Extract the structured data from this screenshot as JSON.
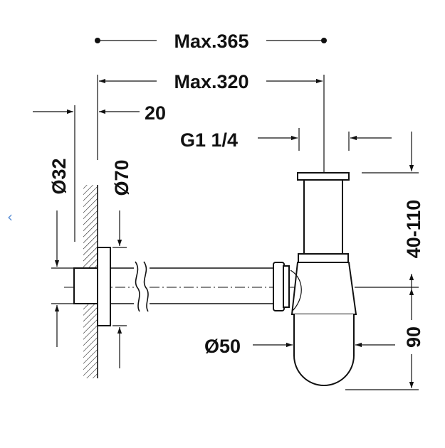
{
  "dimensions": {
    "max_365": "Max.365",
    "max_320": "Max.320",
    "offset_20": "20",
    "thread": "G1 1/4",
    "dia_32": "Ø32",
    "dia_70": "Ø70",
    "height_adj": "40-110",
    "dia_50": "Ø50",
    "depth_90": "90"
  },
  "nav": {
    "prev_glyph": "‹"
  },
  "colors": {
    "line": "#111111",
    "nav_accent": "#5b8fd6"
  }
}
